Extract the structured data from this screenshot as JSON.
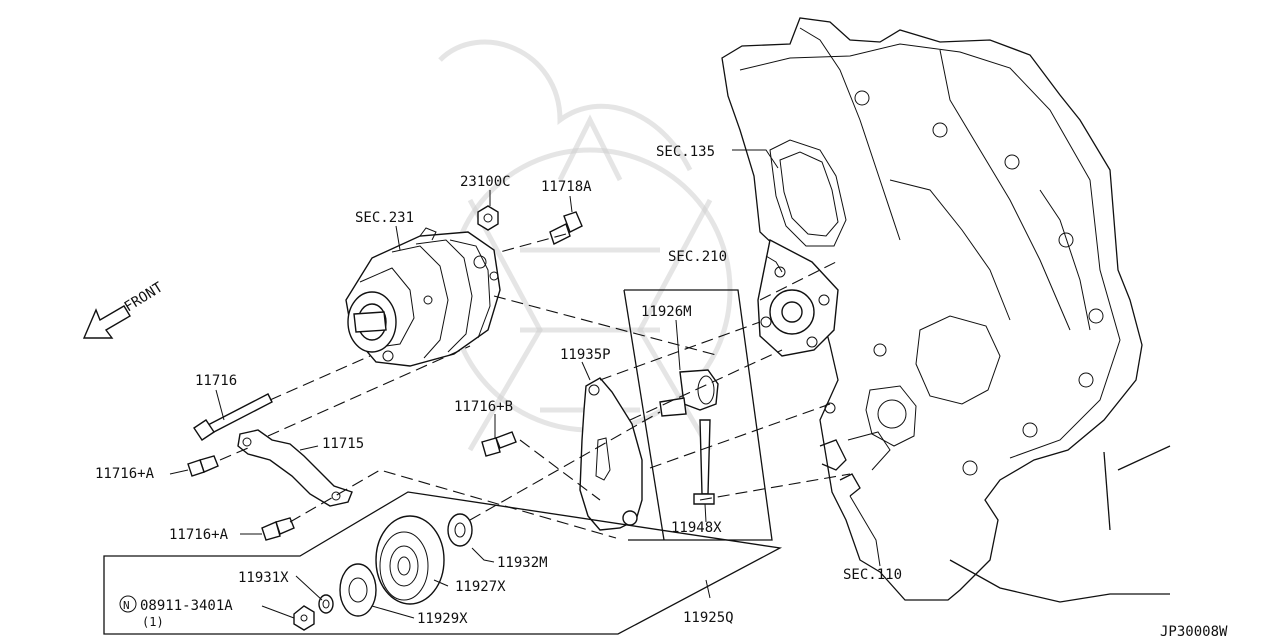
{
  "diagram": {
    "front_label": "FRONT",
    "code": "JP30008W",
    "labels": {
      "sec231": "SEC.231",
      "p23100c": "23100C",
      "p11718a": "11718A",
      "sec135": "SEC.135",
      "sec210": "SEC.210",
      "p11926m": "11926M",
      "p11935p": "11935P",
      "p11716": "11716",
      "p11716b": "11716+B",
      "p11715": "11715",
      "p11716a_1": "11716+A",
      "p11716a_2": "11716+A",
      "p11948x": "11948X",
      "p11932m": "11932M",
      "p11927x": "11927X",
      "p11931x": "11931X",
      "p08911": "08911-3401A",
      "p08911_sym": "N",
      "p08911_qty": "(1)",
      "p11929x": "11929X",
      "p11925q": "11925Q",
      "sec110": "SEC.110"
    }
  }
}
